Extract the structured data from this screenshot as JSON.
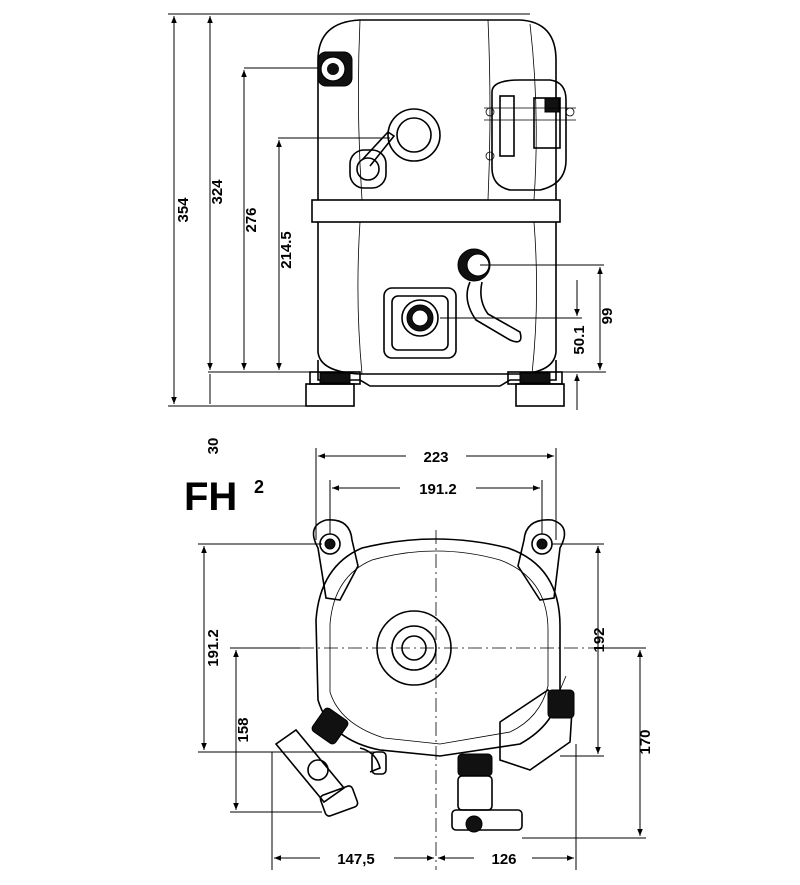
{
  "model": {
    "name": "FH",
    "superscript": "2"
  },
  "side_view": {
    "dimensions": {
      "total_height": "354",
      "top_height": "324",
      "upper_fitting": "276",
      "mid_fitting": "214.5",
      "foot_height": "30",
      "lower_fitting": "99",
      "bottom_fitting": "50.1"
    }
  },
  "top_view": {
    "dimensions": {
      "overall_width": "223",
      "mount_spacing_x": "191.2",
      "mount_spacing_y_left": "191.2",
      "mount_spacing_y_right": "192",
      "left_fitting_offset": "158",
      "right_fitting_offset": "170",
      "left_fitting_x": "147,5",
      "right_fitting_x": "126"
    }
  }
}
